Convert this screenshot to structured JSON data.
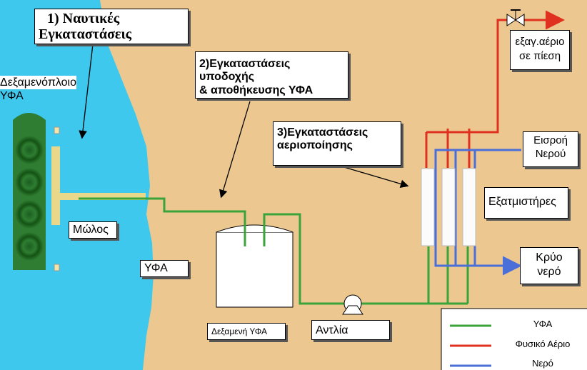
{
  "title_marine": [
    "1)  Ναυτικές",
    "Εγκαταστάσεις"
  ],
  "title_storage": [
    "2)Εγκαταστάσεις υποδοχής",
    "& αποθήκευσης ΥΦΑ"
  ],
  "title_vaporization": [
    "3)Εγκαταστάσεις",
    "αεριοποίησης"
  ],
  "lng_carrier": [
    "Δεξαμενόπλοιο",
    "ΥΦΑ"
  ],
  "pier": "Μώλος",
  "lng_marker": "ΥΦΑ",
  "storage_tank": "Δεξαμενή ΥΦΑ",
  "pump": "Αντλία",
  "vaporizers": "Εξατμιστήρες",
  "water_inlet": [
    "Εισροή",
    "Νερού"
  ],
  "cold_water": [
    "Κρύο",
    "νερό"
  ],
  "gas_export": [
    "εξαγ.αέριο",
    "σε πίεση"
  ],
  "legend": [
    {
      "label": "ΥΦΑ",
      "color": "#3aa33a"
    },
    {
      "label": "Φυσικό Αέριο",
      "color": "#e03020"
    },
    {
      "label": "Νερό",
      "color": "#4a6fd8"
    }
  ],
  "colors": {
    "sea": "#3ec8ee",
    "land": "#ecc890",
    "lng_line": "#3aa33a",
    "gas_line": "#e03020",
    "water_line": "#4a6fd8",
    "ship": "#2e7d32"
  }
}
